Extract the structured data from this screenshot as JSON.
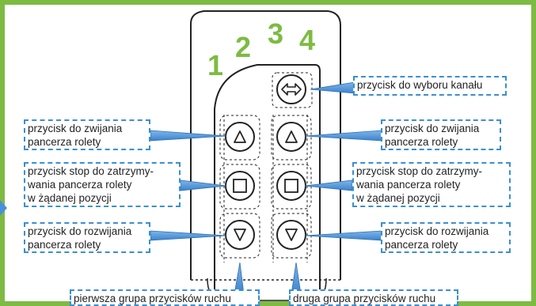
{
  "channels": [
    "1",
    "2",
    "3",
    "4"
  ],
  "labels": {
    "channel_select": "przycisk do wyboru kanału",
    "up_left": [
      "przycisk do zwijania",
      "pancerza rolety"
    ],
    "up_right": [
      "przycisk do zwijania",
      "pancerza rolety"
    ],
    "stop_left": [
      "przycisk stop do zatrzymy-",
      "wania pancerza rolety",
      "w żądanej pozycji"
    ],
    "stop_right": [
      "przycisk stop do zatrzymy-",
      "wania pancerza rolety",
      "w żądanej pozycji"
    ],
    "down_left": [
      "przycisk do rozwijania",
      "pancerza rolety"
    ],
    "down_right": [
      "przycisk do rozwijania",
      "pancerza rolety"
    ],
    "group1": "pierwsza grupa przycisków ruchu",
    "group2": "druga grupa przycisków ruchu"
  },
  "colors": {
    "frame_green": "#7dbb42",
    "label_border": "#3a8fd1",
    "arrow_blue": "#4a90d9",
    "arrow_edge": "#2a6fb0"
  },
  "icons": {
    "channel_button": "left-right-arrow-icon",
    "up_button": "triangle-up-icon",
    "stop_button": "square-stop-icon",
    "down_button": "triangle-down-icon"
  }
}
